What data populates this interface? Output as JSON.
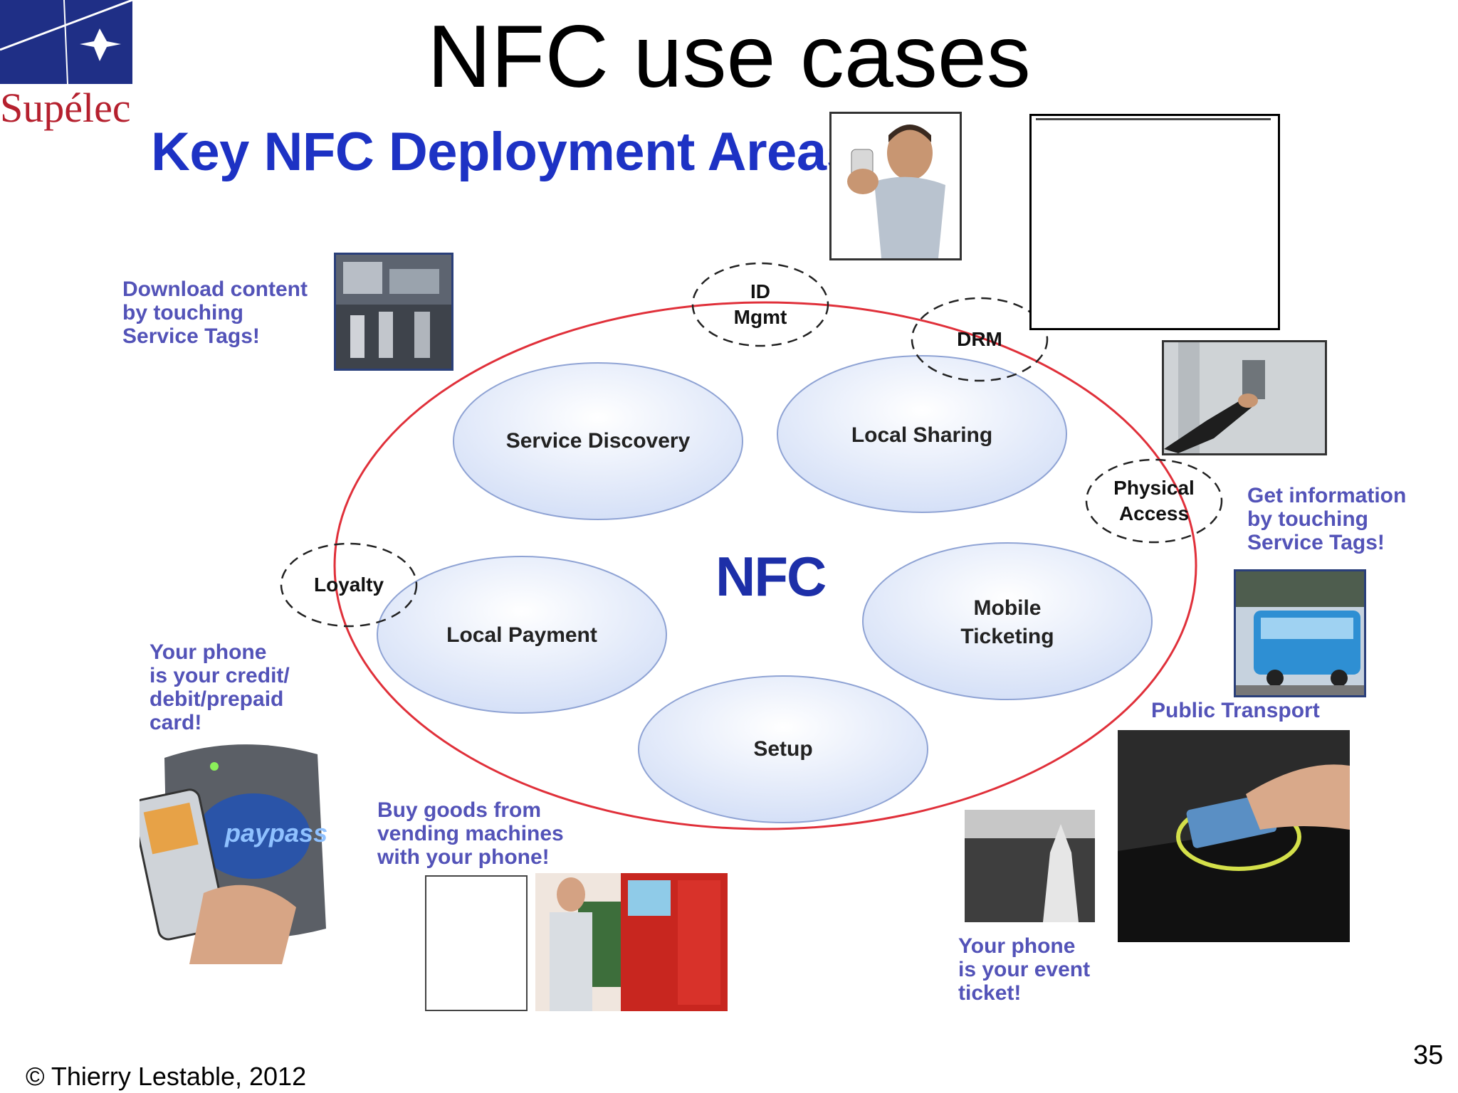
{
  "slide": {
    "title": "NFC use cases",
    "logo_text": "Supélec",
    "subheading": "Key NFC Deployment Areas",
    "center_label": "NFC",
    "copyright": "© Thierry Lestable, 2012",
    "page_number": "35"
  },
  "areas": {
    "service_discovery": "Service Discovery",
    "local_sharing": "Local Sharing",
    "local_payment": "Local Payment",
    "mobile_ticketing": "Mobile\nTicketing",
    "setup": "Setup"
  },
  "tags": {
    "id_mgmt": "ID\nMgmt",
    "drm": "DRM",
    "physical_access": "Physical\nAccess",
    "loyalty": "Loyalty"
  },
  "captions": {
    "download_content": "Download content\nby touching\nService Tags!",
    "get_information": "Get information\nby touching\nService Tags!",
    "credit_card": "Your phone\nis your credit/\ndebit/prepaid\ncard!",
    "public_transport": "Public Transport",
    "vending": "Buy goods from\nvending machines\nwith your phone!",
    "event_ticket": "Your phone\nis your event\nticket!"
  },
  "paypass_label": "paypass",
  "colors": {
    "title_blue": "#1d32c4",
    "caption_blue": "#5353b8",
    "ring_red": "#e0303a",
    "bubble_fill": "#e4ebfb",
    "logo_red": "#b5202e",
    "logo_navy": "#1f2f86"
  }
}
